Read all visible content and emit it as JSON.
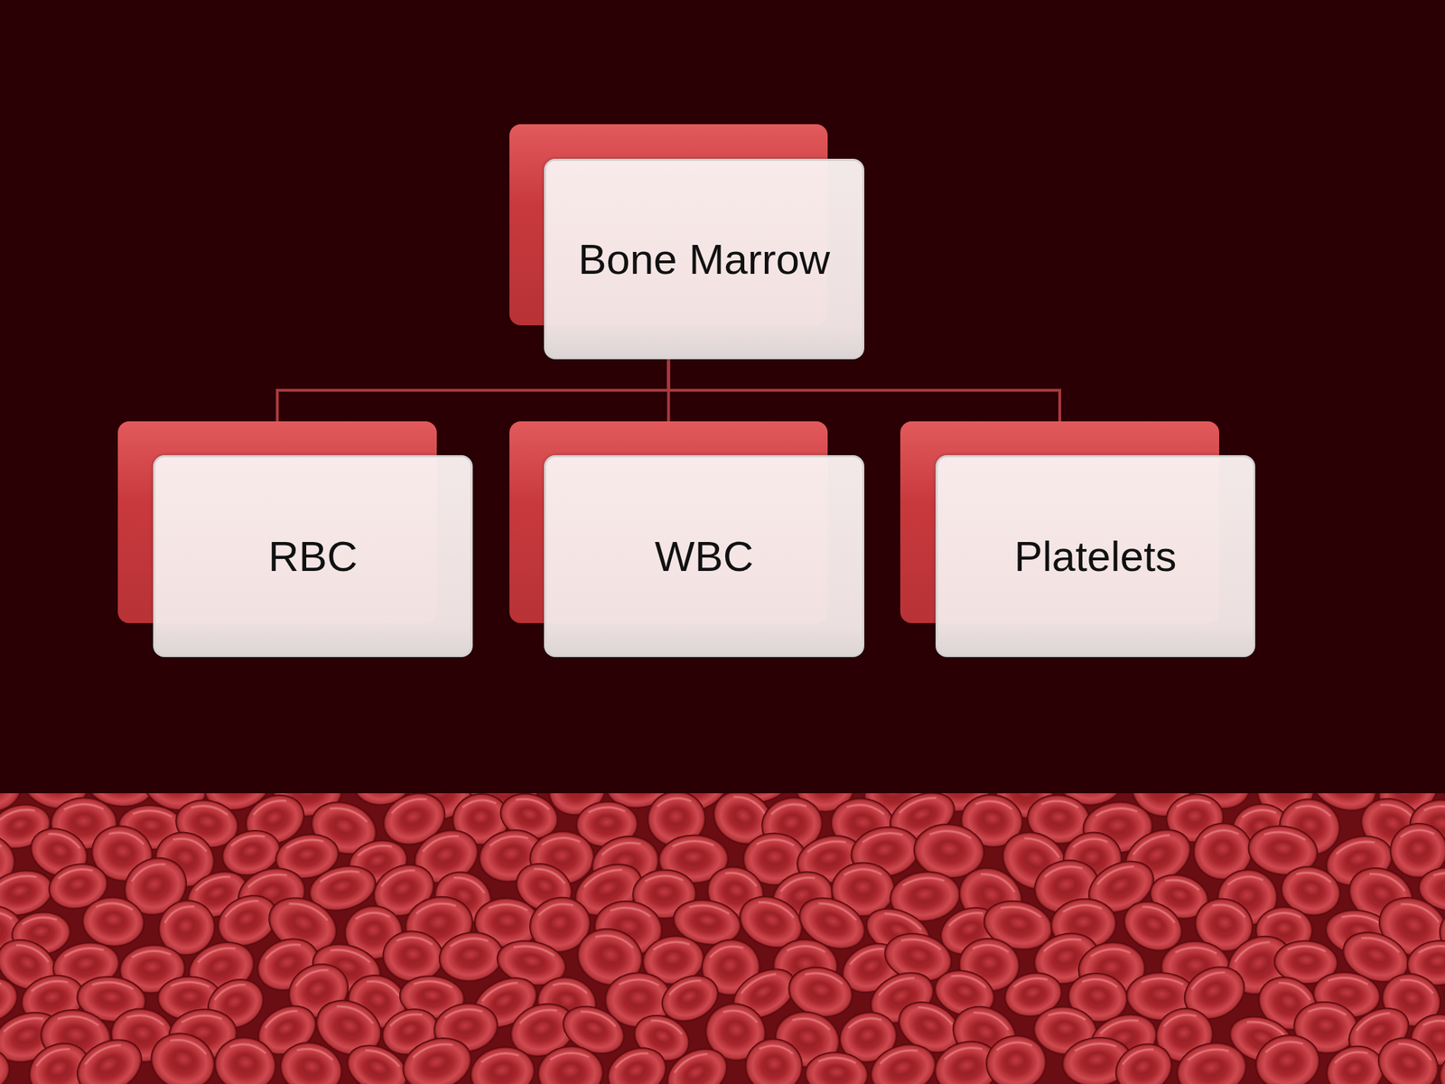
{
  "diagram": {
    "nodes": [
      {
        "text": [
          "Bone Marrow"
        ]
      },
      {
        "text": [
          "RBC"
        ]
      },
      {
        "text": [
          "WBC"
        ]
      },
      {
        "text": [
          "Platelets"
        ]
      }
    ],
    "edges": [
      {
        "from": 0,
        "to": 1,
        "arrow": "none"
      },
      {
        "from": 0,
        "to": 2,
        "arrow": "none"
      },
      {
        "from": 0,
        "to": 3,
        "arrow": "none"
      }
    ]
  }
}
